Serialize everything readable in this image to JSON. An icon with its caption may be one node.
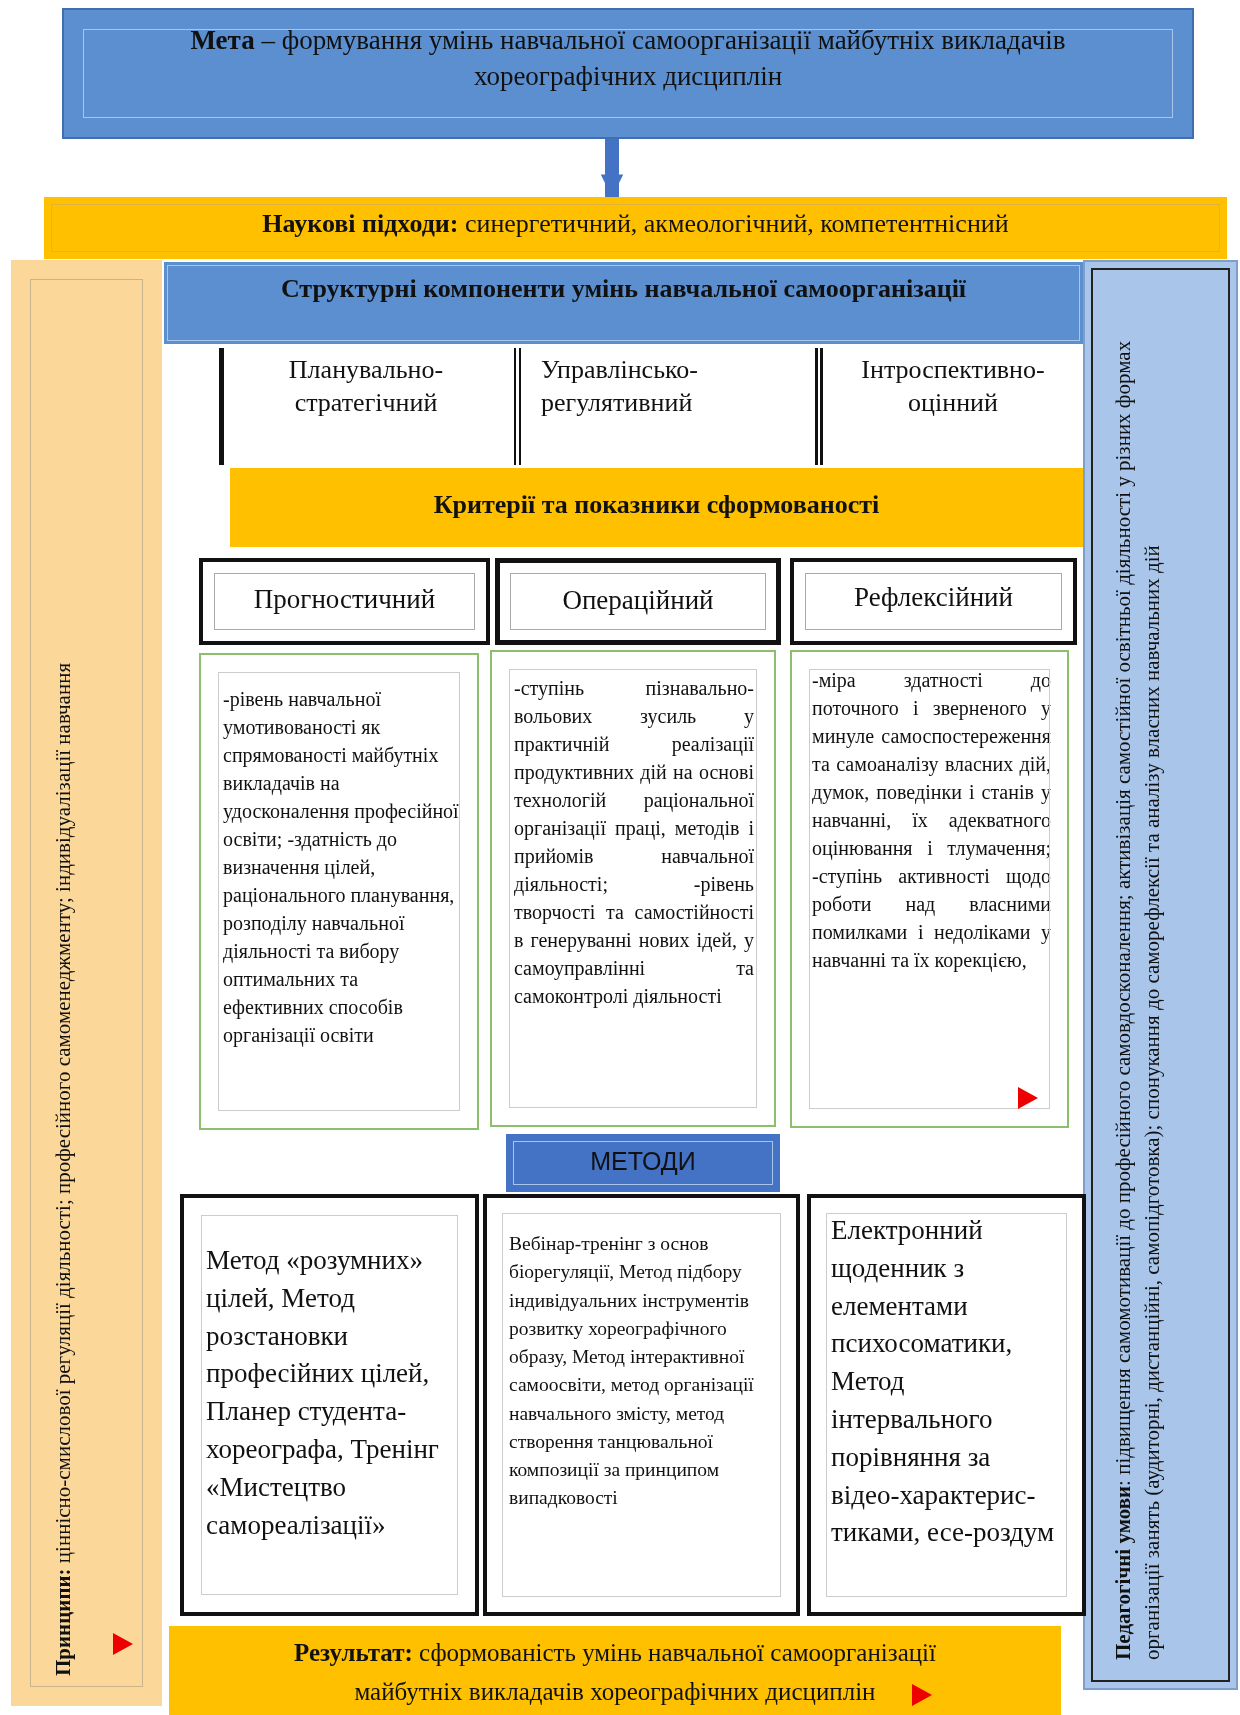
{
  "diagram": {
    "nodes": [
      {
        "text": [
          "**Мета** – формування умінь навчальної самоорганізації майбутніх викладачів хореографічних дисциплін"
        ]
      },
      {
        "text": [
          "**Наукові підходи:** синергетичний, акмеологічний, компетентнісний"
        ]
      },
      {
        "text": [
          "**Принципи:** ціннісно-смислової регуляції діяльності; професійного самоменеджменту; індивідуалізації навчання"
        ]
      },
      {
        "text": [
          "**Педагогічні умови**: підвищення самомотивації до професійного самовдосконалення; активізація самостійної освітньої діяльності у різних формах організації занять (аудиторні, дистанційні, самопідготовка); спонукання до саморефлексії та аналізу власних навчальних дій"
        ]
      },
      {
        "text": [
          "Структурні компоненти умінь навчальної самоорганізації"
        ]
      },
      {
        "text": [
          "Планувально-стратегічний"
        ]
      },
      {
        "text": [
          "Управлінсько-регулятивний"
        ]
      },
      {
        "text": [
          "Інтроспективно-оцінний"
        ]
      },
      {
        "text": [
          "Критерії та показники сформованості"
        ]
      },
      {
        "text": [
          "Прогностичний"
        ]
      },
      {
        "text": [
          "Операційний"
        ]
      },
      {
        "text": [
          "Рефлексійний"
        ]
      },
      {
        "text": [
          "-рівень навчальної умотивованості як спрямованості майбутніх викладачів на удосконалення професійної освіти; -здатність до визначення цілей, раціонального планування, розподілу навчальної діяльності та вибору оптимальних та ефективних способів організації освіти"
        ]
      },
      {
        "text": [
          "-ступінь пізнавально-вольових зусиль у практичній реалізації продуктивних дій на основі технологій раціональної організації праці, методів і прийомів навчальної діяльності; -рівень творчості та самостійності в генеруванні нових ідей, у самоуправлінні та самоконтролі діяльності"
        ]
      },
      {
        "text": [
          "-міра здатності до поточного і зверненого у минуле самоспостереження та самоаналізу власних дій, думок, поведінки і станів у навчанні, їх адекватного оцінювання і тлумачення; -ступінь активності щодо роботи над власними помилками і недоліками у навчанні та їх корекцією,"
        ]
      },
      {
        "text": [
          "МЕТОДИ"
        ]
      },
      {
        "text": [
          "Метод «розумних» цілей, Метод розстановки професійних цілей, Планер студента-хореографа, Тренінг «Мистецтво самореалізації»"
        ]
      },
      {
        "text": [
          "Вебінар-тренінг з основ біорегуляції, Метод підбору індивідуальних інструментів розвитку хореографічного образу, Метод інтерактивної самоосвіти, метод організації навчального змісту, метод створення танцювальної композиції за принципом випадковості"
        ]
      },
      {
        "text": [
          "Електронний щоденник з елементами психосоматики, Метод інтервального порівняння за відео-характерис-тиками, есе-роздум"
        ]
      },
      {
        "text": [
          "**Результат:** сформованість умінь навчальної самоорганізації майбутніх викладачів хореографічних дисциплін"
        ]
      }
    ],
    "edges": [
      {
        "from": 0,
        "to": 1,
        "arrow": "to"
      }
    ]
  }
}
